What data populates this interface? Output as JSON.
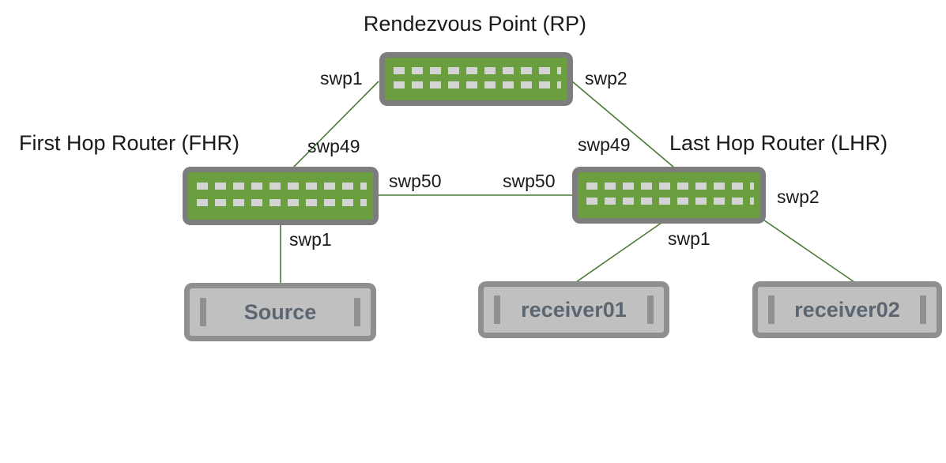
{
  "nodes": {
    "rp": {
      "label": "Rendezvous Point (RP)"
    },
    "fhr": {
      "label": "First Hop Router (FHR)"
    },
    "lhr": {
      "label": "Last Hop Router (LHR)"
    }
  },
  "hosts": {
    "source": {
      "label": "Source"
    },
    "receiver01": {
      "label": "receiver01"
    },
    "receiver02": {
      "label": "receiver02"
    }
  },
  "links": [
    {
      "from": "rp",
      "from_port": "swp1",
      "to": "fhr",
      "to_port": "swp49"
    },
    {
      "from": "rp",
      "from_port": "swp2",
      "to": "lhr",
      "to_port": "swp49"
    },
    {
      "from": "fhr",
      "from_port": "swp50",
      "to": "lhr",
      "to_port": "swp50"
    },
    {
      "from": "fhr",
      "from_port": "swp1",
      "to": "source"
    },
    {
      "from": "lhr",
      "from_port": "swp1",
      "to": "receiver01"
    },
    {
      "from": "lhr",
      "from_port": "swp2",
      "to": "receiver02"
    }
  ],
  "colors": {
    "router_green": "#6b9e3e",
    "chassis_gray": "#7d7d7d",
    "dash_light": "#d4d4d4",
    "host_fill": "#c0c0c0",
    "host_border": "#8f8f8f",
    "host_bar": "#909090",
    "host_text": "#5b6670",
    "link_green": "#4a7a35",
    "label_black": "#1a1a1a"
  }
}
